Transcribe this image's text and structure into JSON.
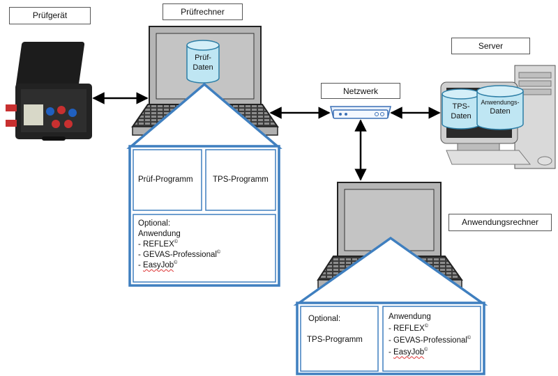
{
  "labels": {
    "pruefgeraet": "Prüfgerät",
    "pruefrechner": "Prüfrechner",
    "server": "Server",
    "netzwerk": "Netzwerk",
    "anwendungsrechner": "Anwendungsrechner"
  },
  "pruefrechner_db": {
    "line1": "Prüf-",
    "line2": "Daten"
  },
  "server_db1": {
    "line1": "TPS-",
    "line2": "Daten"
  },
  "server_db2": {
    "line1": "Anwendungs-",
    "line2": "Daten"
  },
  "pruefrechner_house": {
    "box_left": "Prüf-Programm",
    "box_right": "TPS-Programm",
    "optional_title": "Optional:",
    "anwendung": "Anwendung",
    "items": [
      {
        "name": "REFLEX",
        "sup": "©",
        "prefix": "- "
      },
      {
        "name": "GEVAS-Professional",
        "sup": "©",
        "prefix": "- "
      },
      {
        "name": "EasyJob",
        "sup": "©",
        "prefix": "- "
      }
    ]
  },
  "anwendungsrechner_house": {
    "optional_title": "Optional:",
    "box_left": "TPS-Programm",
    "anwendung": "Anwendung",
    "items": [
      {
        "name": "REFLEX",
        "sup": "©",
        "prefix": "- "
      },
      {
        "name": "GEVAS-Professional",
        "sup": "©",
        "prefix": "- "
      },
      {
        "name": "EasyJob",
        "sup": "©",
        "prefix": "- "
      }
    ]
  },
  "colors": {
    "house_border": "#3f7fbf",
    "db_fill": "#bfe6f3",
    "db_stroke": "#2c7ea6",
    "arrow": "#000000",
    "laptop_body": "#b8b8b8",
    "laptop_screen": "#c4c4c4"
  }
}
